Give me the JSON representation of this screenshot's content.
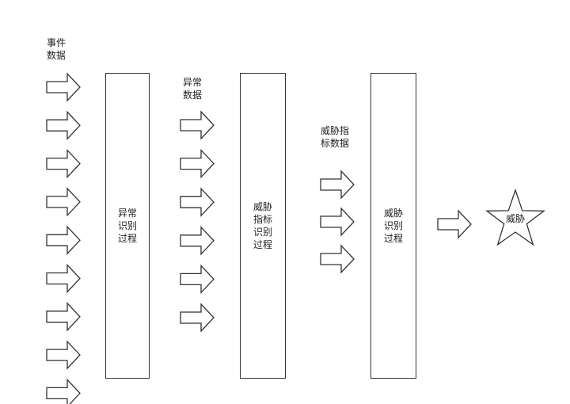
{
  "stage1": {
    "input_label_line1": "事件",
    "input_label_line2": "数据",
    "input_count": 9,
    "process_label": "异常识别过程"
  },
  "stage2": {
    "input_label_line1": "异常",
    "input_label_line2": "数据",
    "input_count": 6,
    "process_label": "威胁指标识别过程"
  },
  "stage3": {
    "input_label_line1": "威胁指",
    "input_label_line2": "标数据",
    "input_count": 3,
    "process_label": "威胁识别过程"
  },
  "output": {
    "label": "威胁"
  }
}
